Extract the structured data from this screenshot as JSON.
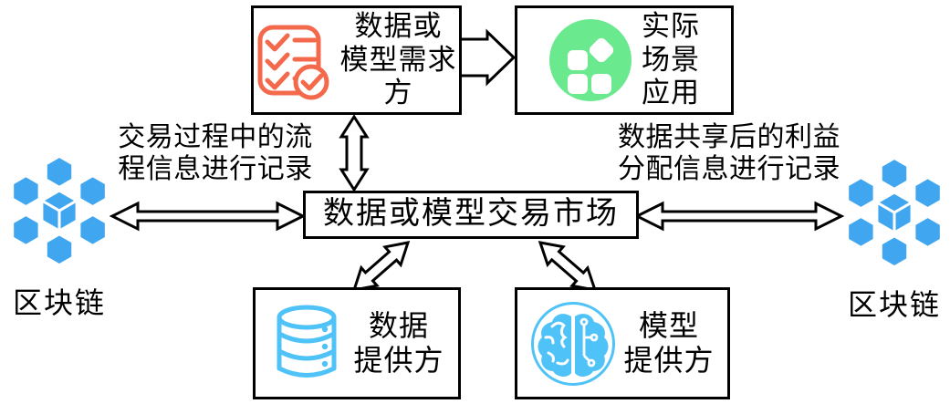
{
  "diagram": {
    "market": {
      "label": "数据或模型交易市场"
    },
    "demander": {
      "icon": "checklist-icon",
      "label_lines": [
        "数据或",
        "模型需求",
        "方"
      ]
    },
    "application": {
      "icon": "apps-icon",
      "label_lines": [
        "实际",
        "场景",
        "应用"
      ]
    },
    "data_provider": {
      "icon": "database-icon",
      "label_lines": [
        "数据",
        "提供方"
      ]
    },
    "model_provider": {
      "icon": "brain-icon",
      "label_lines": [
        "模型",
        "提供方"
      ]
    },
    "blockchain_left": {
      "icon": "blockchain-icon",
      "label": "区块链"
    },
    "blockchain_right": {
      "icon": "blockchain-icon",
      "label": "区块链"
    },
    "annotation_left": {
      "lines": [
        "交易过程中的流",
        "程信息进行记录"
      ]
    },
    "annotation_right": {
      "lines": [
        "数据共享后的利益",
        "分配信息进行记录"
      ]
    }
  },
  "colors": {
    "coral": "#F4694C",
    "green": "#6BE98F",
    "light_blue": "#4FC3F7",
    "blockchain_blue": "#41A6F0",
    "outline": "#000000"
  }
}
